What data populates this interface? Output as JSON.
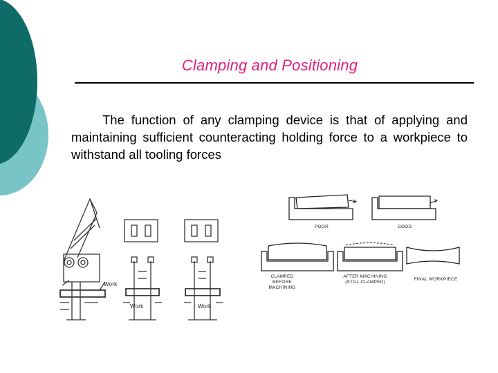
{
  "slide": {
    "title": "Clamping and Positioning",
    "body": "The function of any clamping device is that of applying and maintaining sufficient counteracting holding force to a workpiece to withstand all tooling forces"
  },
  "figure_left": {
    "labels": [
      "Work",
      "Work",
      "Work"
    ]
  },
  "figure_right": {
    "captions": {
      "poor": "POOR",
      "good": "GOOD",
      "clamped_before": "CLAMPED BEFORE MACHINING",
      "after_machining": "AFTER MACHINING (STILL CLAMPED)",
      "final_workpiece": "FINAL WORKPIECE"
    }
  },
  "colors": {
    "teal_dark": "#0e6b68",
    "teal_light": "#78c4c6",
    "title_color": "#e0207a"
  }
}
